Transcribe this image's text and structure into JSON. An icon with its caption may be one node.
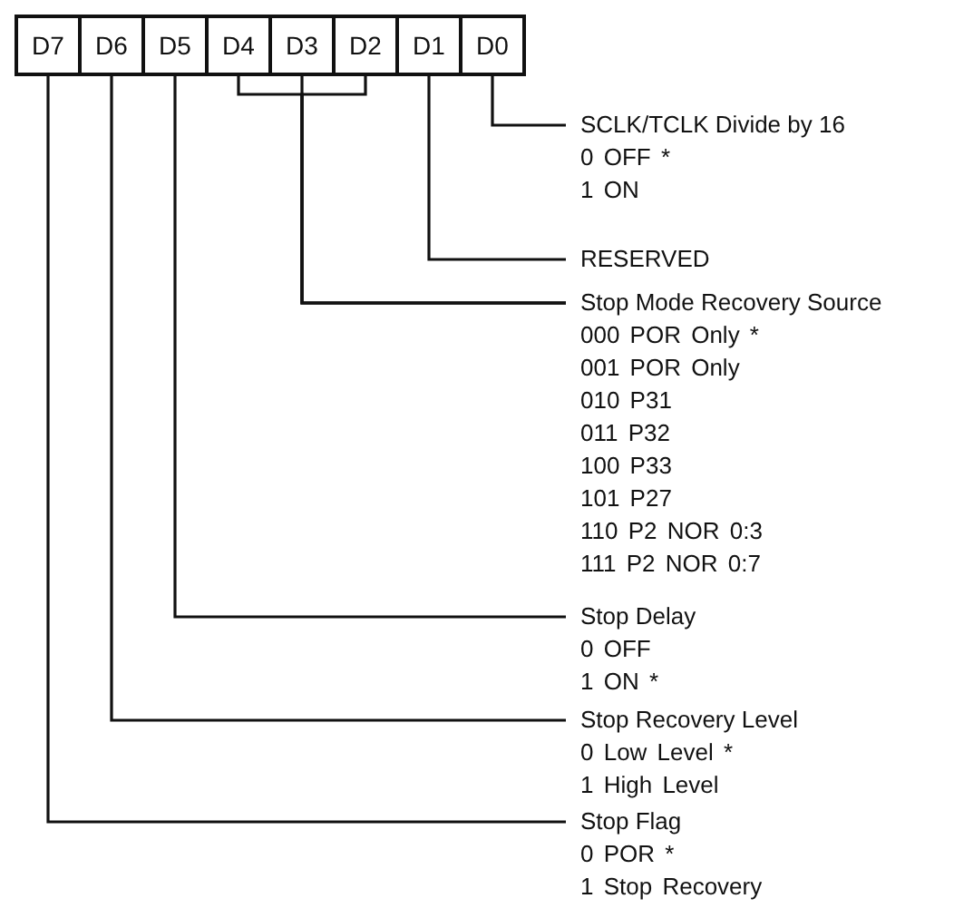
{
  "diagram": {
    "nodes": [
      {
        "text": [
          "D7"
        ]
      },
      {
        "text": [
          "D6"
        ]
      },
      {
        "text": [
          "D5"
        ]
      },
      {
        "text": [
          "D4"
        ]
      },
      {
        "text": [
          "D3"
        ]
      },
      {
        "text": [
          "D2"
        ]
      },
      {
        "text": [
          "D1"
        ]
      },
      {
        "text": [
          "D0"
        ]
      },
      {
        "text": [
          "SCLK/TCLK Divide by 16",
          "0 OFF *",
          "1 ON"
        ]
      },
      {
        "text": [
          "RESERVED"
        ]
      },
      {
        "text": [
          "Stop Mode Recovery Source",
          "000 POR Only *",
          "001 POR Only",
          "010 P31",
          "011 P32",
          "100 P33",
          "101 P27",
          "110 P2 NOR 0:3",
          "111 P2 NOR 0:7"
        ]
      },
      {
        "text": [
          "Stop Delay",
          "0 OFF",
          "1 ON *"
        ]
      },
      {
        "text": [
          "Stop Recovery Level",
          "0 Low Level *",
          "1 High Level"
        ]
      },
      {
        "text": [
          "Stop Flag",
          "0 POR *",
          "1 Stop Recovery"
        ]
      }
    ],
    "edges": [
      {
        "from": 7,
        "to": 8,
        "arrow": "none"
      },
      {
        "from": 6,
        "to": 9,
        "arrow": "none"
      },
      {
        "from": 3,
        "to": 10,
        "arrow": "none"
      },
      {
        "from": 4,
        "to": 10,
        "arrow": "none"
      },
      {
        "from": 5,
        "to": 10,
        "arrow": "none"
      },
      {
        "from": 2,
        "to": 11,
        "arrow": "none"
      },
      {
        "from": 1,
        "to": 12,
        "arrow": "none"
      },
      {
        "from": 0,
        "to": 13,
        "arrow": "none"
      }
    ]
  }
}
